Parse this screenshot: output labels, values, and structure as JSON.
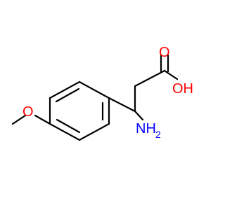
{
  "molecule": {
    "atoms": {
      "methoxy_oxygen": "O",
      "carbonyl_oxygen": "O",
      "hydroxyl": "OH",
      "amine": "NH",
      "amine_subscript": "2"
    },
    "colors": {
      "bond": "#000000",
      "oxygen": "#ff0000",
      "nitrogen": "#0000ff",
      "background": "#ffffff"
    }
  }
}
